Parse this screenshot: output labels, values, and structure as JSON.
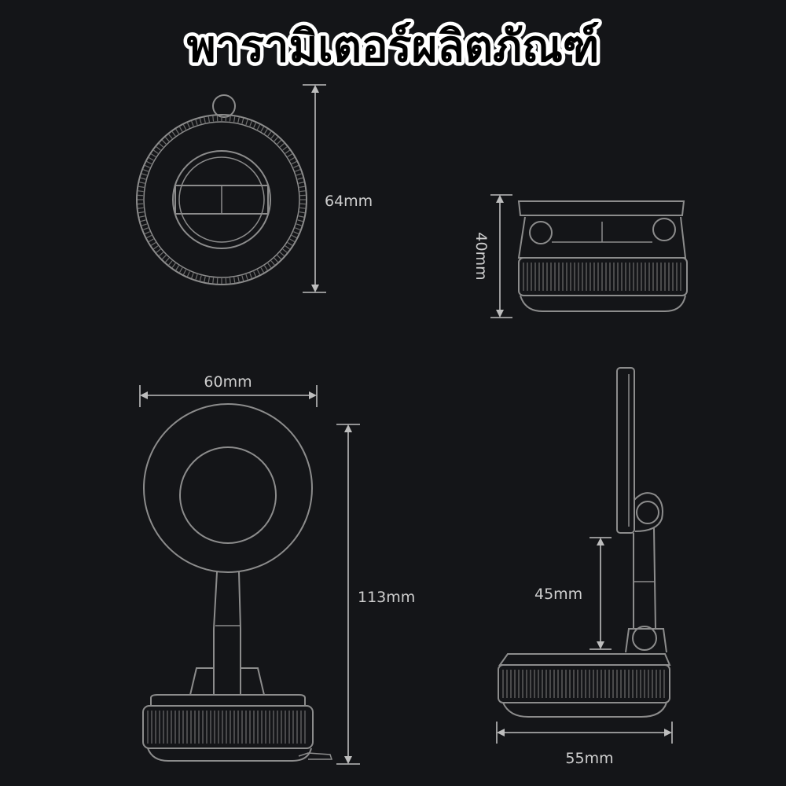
{
  "title": "พารามิเตอร์ผลิตภัณฑ์",
  "dimensions": {
    "top_view_height": "64mm",
    "side_view_height": "40mm",
    "front_width": "60mm",
    "front_height": "113mm",
    "arm_height": "45mm",
    "base_width": "55mm"
  },
  "colors": {
    "background": "#141518",
    "outline": "#8c8c8c",
    "text": "#cfcfcf"
  }
}
